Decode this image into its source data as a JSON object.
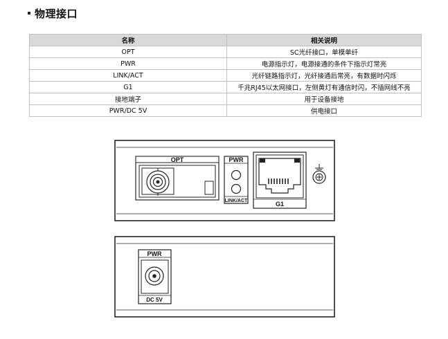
{
  "section": {
    "title": "物理接口"
  },
  "table": {
    "headers": [
      "名称",
      "相关说明"
    ],
    "rows": [
      [
        "OPT",
        "SC光纤接口，单模单纤"
      ],
      [
        "PWR",
        "电源指示灯，电源接通的条件下指示灯常亮"
      ],
      [
        "LINK/ACT",
        "光纤链路指示灯，光纤接通后常亮，有数据时闪烁"
      ],
      [
        "G1",
        "千兆RJ45以太网接口，左侧黄灯有通信时闪，不插网线不亮"
      ],
      [
        "接地端子",
        "用于设备接地"
      ],
      [
        "PWR/DC 5V",
        "供电接口"
      ]
    ]
  },
  "front_panel": {
    "opt_label": "OPT",
    "pwr_label": "PWR",
    "link_label": "LINK/ACT",
    "g1_label": "G1"
  },
  "rear_panel": {
    "pwr_label": "PWR",
    "dc_label": "DC 5V"
  }
}
